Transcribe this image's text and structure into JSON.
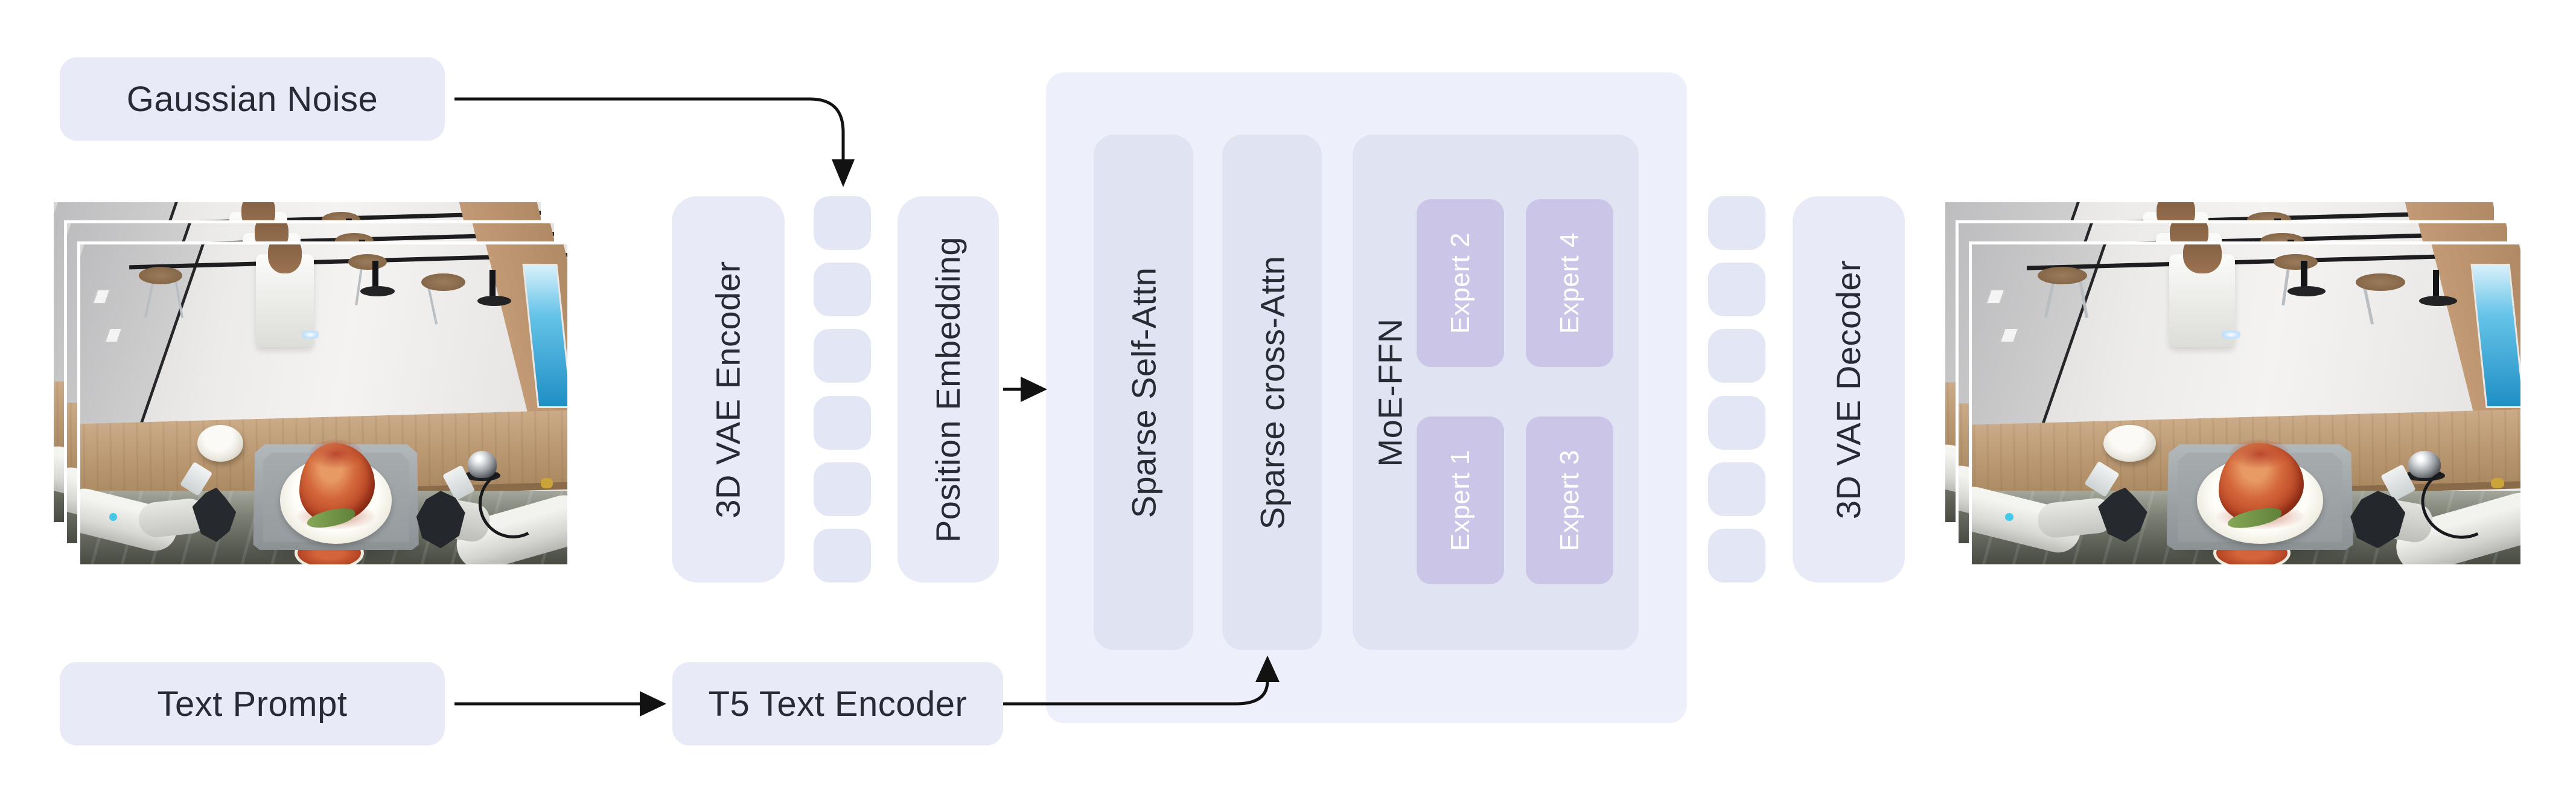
{
  "diagram": {
    "nodes": {
      "gaussian_noise": "Gaussian Noise",
      "text_prompt": "Text Prompt",
      "t5_text_encoder": "T5 Text Encoder",
      "vae_encoder": "3D VAE  Encoder",
      "position_embedding": "Position Embedding",
      "transformer_block": {
        "sparse_self_attn": "Sparse Self-Attn",
        "sparse_cross_attn": "Sparse cross-Attn",
        "moe_ffn": "MoE-FFN",
        "experts": [
          "Expert 1",
          "Expert 2",
          "Expert 3",
          "Expert 4"
        ]
      },
      "vae_decoder": "3D VAE Decoder"
    },
    "latent_tokens": {
      "left_count": 6,
      "right_count": 6
    },
    "video_frames": {
      "input_stack_count": 3,
      "output_stack_count": 3
    },
    "edges": [
      "Gaussian Noise -> latent tokens",
      "input video frames -> 3D VAE Encoder -> latent tokens -> Position Embedding -> transformer block",
      "Text Prompt -> T5 Text Encoder -> Sparse cross-Attn",
      "transformer block -> latent tokens -> 3D VAE Decoder -> output video frames"
    ],
    "colors": {
      "node_fill": "#e8eaf7",
      "token_fill": "#e3e6f5",
      "container_fill": "#edf0fb",
      "inner_fill": "#e0e3f2",
      "expert_fill": "#cbc6e8",
      "expert_text": "#ffffff",
      "label_text": "#262b34",
      "arrow": "#121212"
    }
  }
}
